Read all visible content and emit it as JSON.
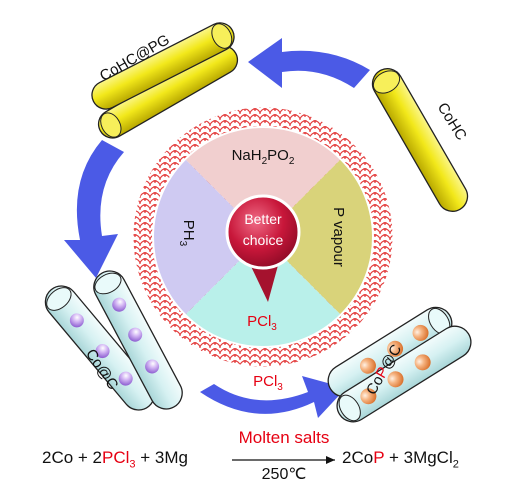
{
  "colors": {
    "arrow": "#4b5ae6",
    "rod_yellow": "#f2e81a",
    "rod_cyan": "#d6f1f2",
    "sphere_purple": "#b690e8",
    "sphere_orange": "#f09a5e",
    "seg_top": "#f1cfcf",
    "seg_right": "#d9d37a",
    "seg_bottom": "#b9f0ea",
    "seg_left": "#cfcaf2",
    "center": "#c8173a",
    "accent_red": "#e60012"
  },
  "labels": {
    "cohc_pg": "CoHC@PG",
    "cohc": "CoHC",
    "co_c": "Co@C",
    "cop_c_pre": "Co",
    "cop_c_p": "P",
    "cop_c_post": "@C",
    "arrow_reagent_pre": "PCl",
    "arrow_reagent_sub": "3"
  },
  "wheel": {
    "top_pre": "NaH",
    "top_sub1": "2",
    "top_mid": "PO",
    "top_sub2": "2",
    "right": "P vapour",
    "bottom_pre": "PCl",
    "bottom_sub": "3",
    "left_pre": "PH",
    "left_sub": "3",
    "center_line1": "Better",
    "center_line2": "choice"
  },
  "equation": {
    "lhs1": "2Co + 2",
    "lhs_pcl": "PCl",
    "lhs_pcl_sub": "3",
    "lhs2": " + 3Mg",
    "condition_top": "Molten salts",
    "condition_bottom": "250℃",
    "rhs1": "2Co",
    "rhs_p": "P",
    "rhs2": " + 3MgCl",
    "rhs_sub": "2"
  }
}
